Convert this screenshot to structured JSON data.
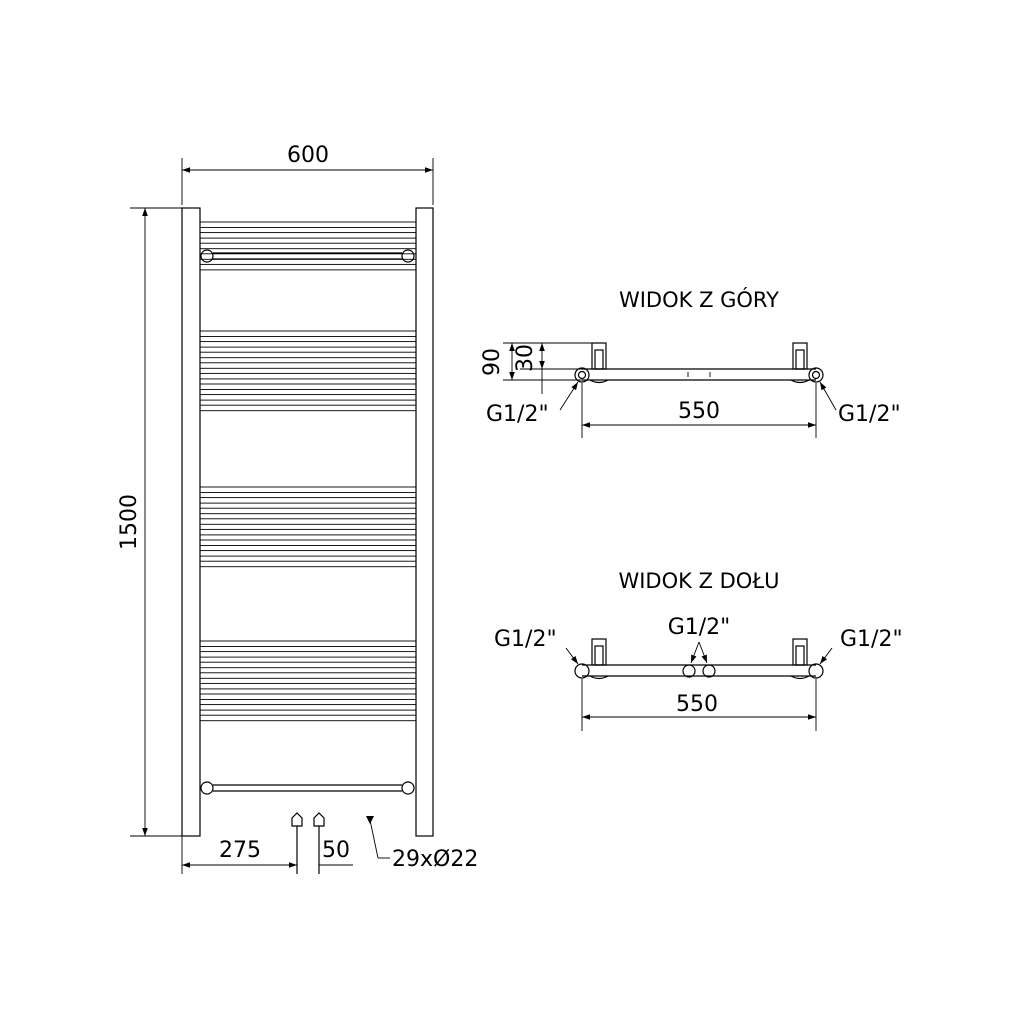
{
  "front_view": {
    "width_label": "600",
    "height_label": "1500",
    "connection_left_label": "275",
    "connection_spacing_label": "50",
    "tube_spec_label": "29xØ22",
    "bar_count": 29,
    "bar_groups": [
      5,
      8,
      8,
      8
    ]
  },
  "top_view": {
    "title": "WIDOK Z GÓRY",
    "depth_label": "90",
    "offset_label": "30",
    "left_thread_label": "G1/2\"",
    "right_thread_label": "G1/2\"",
    "spacing_label": "550"
  },
  "bottom_view": {
    "title": "WIDOK Z DOŁU",
    "left_thread_label": "G1/2\"",
    "center_thread_label": "G1/2\"",
    "right_thread_label": "G1/2\"",
    "spacing_label": "550"
  },
  "colors": {
    "line": "#000000",
    "background": "#ffffff"
  }
}
